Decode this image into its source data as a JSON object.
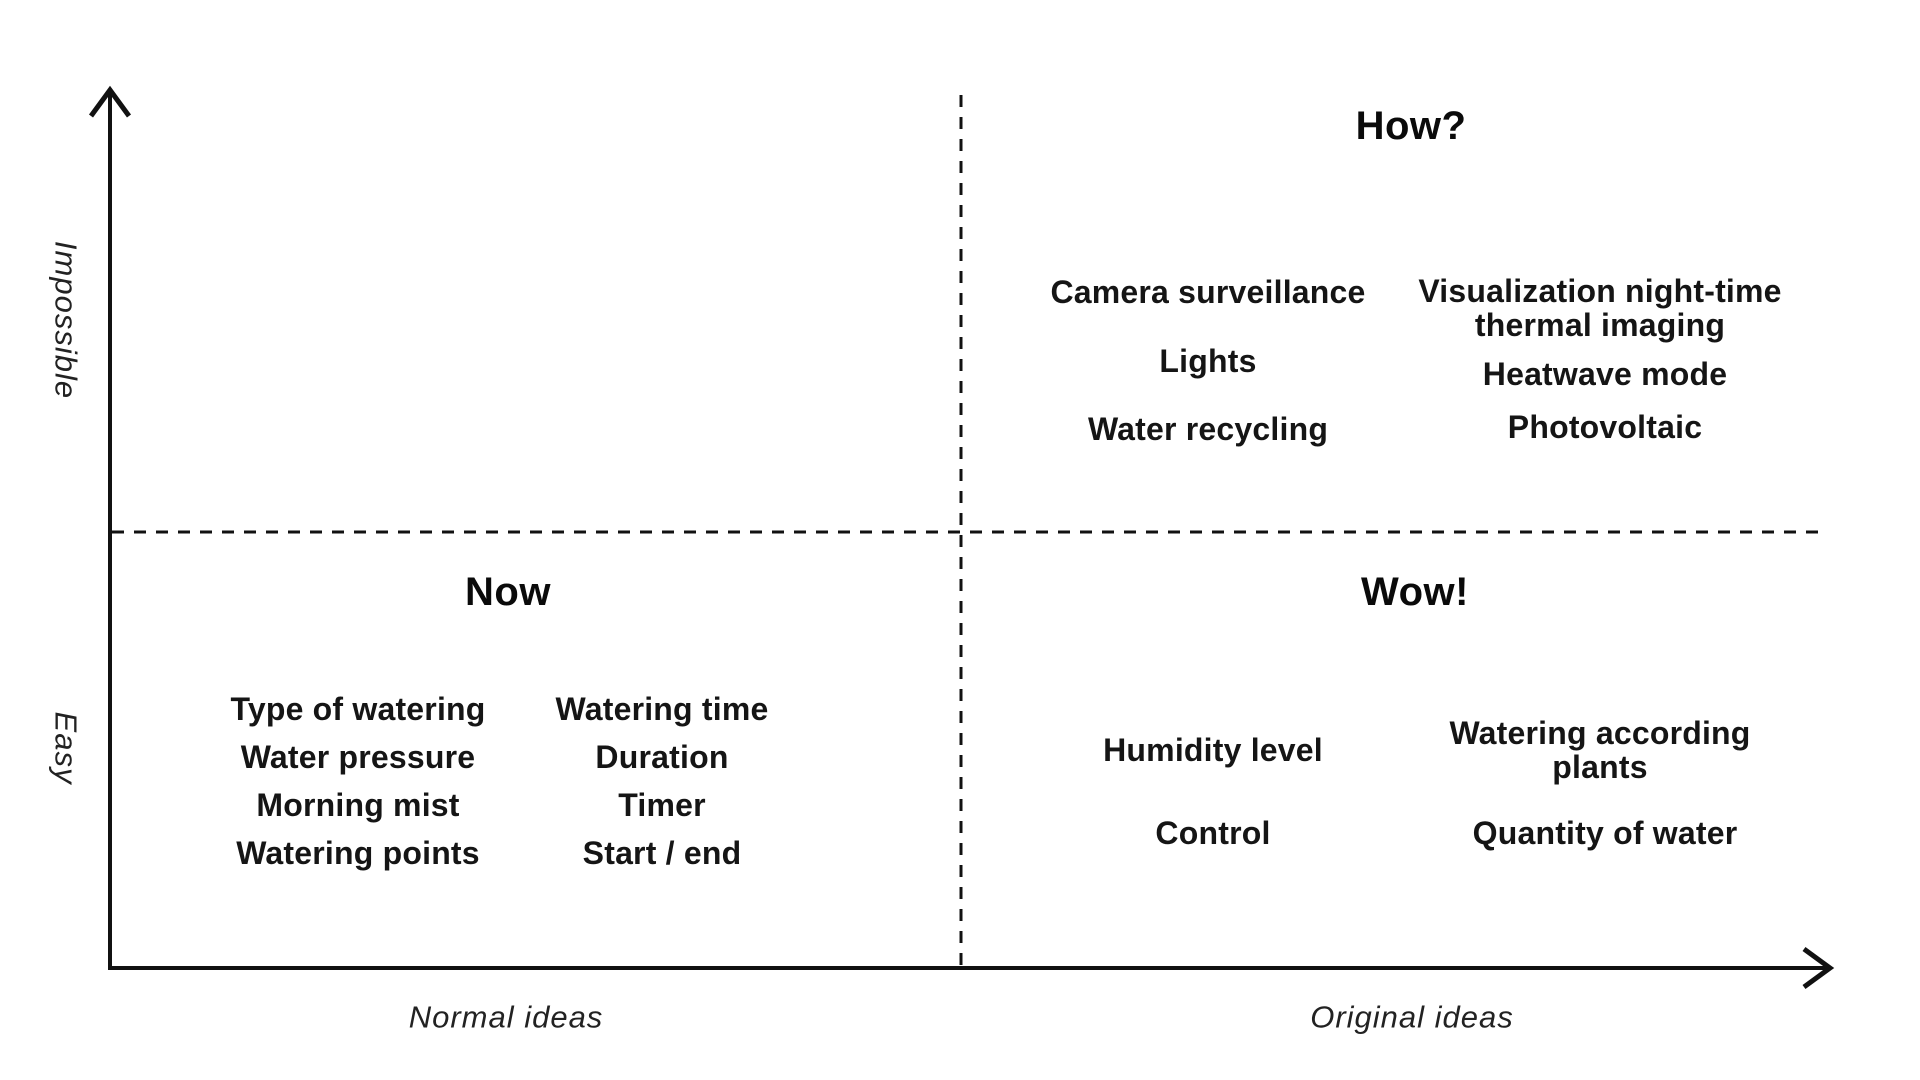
{
  "figure": {
    "background_color": "#ffffff",
    "ink_color": "#151515",
    "description": "2x2 idea-prioritization matrix for a plant watering system"
  },
  "y_axis": {
    "top_label": "Impossible",
    "bottom_label": "Easy"
  },
  "x_axis": {
    "left_label": "Normal ideas",
    "right_label": "Original ideas"
  },
  "quadrants": {
    "top_left": {
      "title": "",
      "items_left": [],
      "items_right": []
    },
    "top_right": {
      "title": "How?",
      "items_left": [
        "Camera surveillance",
        "Lights",
        "Water recycling"
      ],
      "items_right": [
        "Visualization night-time\nthermal imaging",
        "Heatwave mode",
        "Photovoltaic"
      ]
    },
    "bottom_left": {
      "title": "Now",
      "items_left": [
        "Type of watering",
        "Water pressure",
        "Morning mist",
        "Watering points"
      ],
      "items_right": [
        "Watering time",
        "Duration",
        "Timer",
        "Start / end"
      ]
    },
    "bottom_right": {
      "title": "Wow!",
      "items_left": [
        "Humidity level",
        "Control"
      ],
      "items_right": [
        "Watering according\nplants",
        "Quantity of water"
      ]
    }
  }
}
